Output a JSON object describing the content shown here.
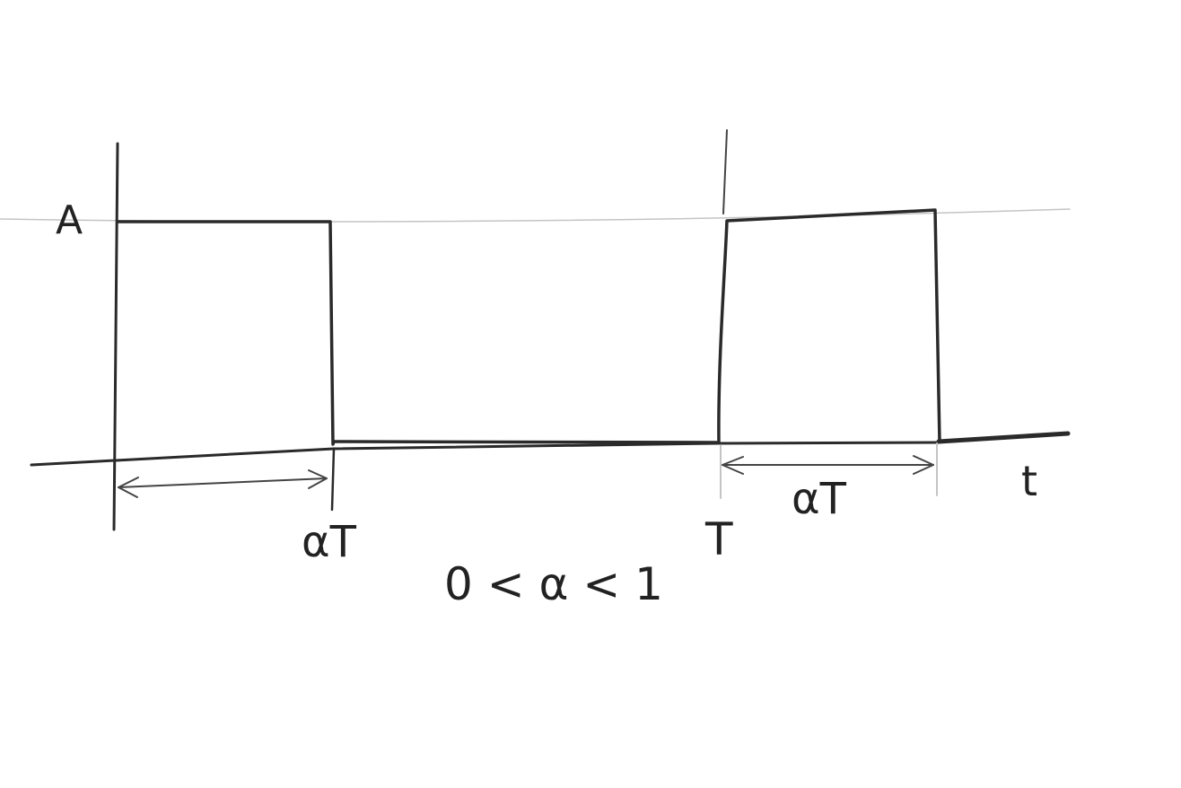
{
  "diagram": {
    "amplitude_label": "A",
    "time_axis_label": "t",
    "pulse_width_label": "αT",
    "period_label": "T",
    "constraint_label": "0 < α < 1",
    "colors": {
      "ink": "#2a2a2a",
      "guide": "#c4c4c4",
      "paper": "#ffffff"
    }
  }
}
